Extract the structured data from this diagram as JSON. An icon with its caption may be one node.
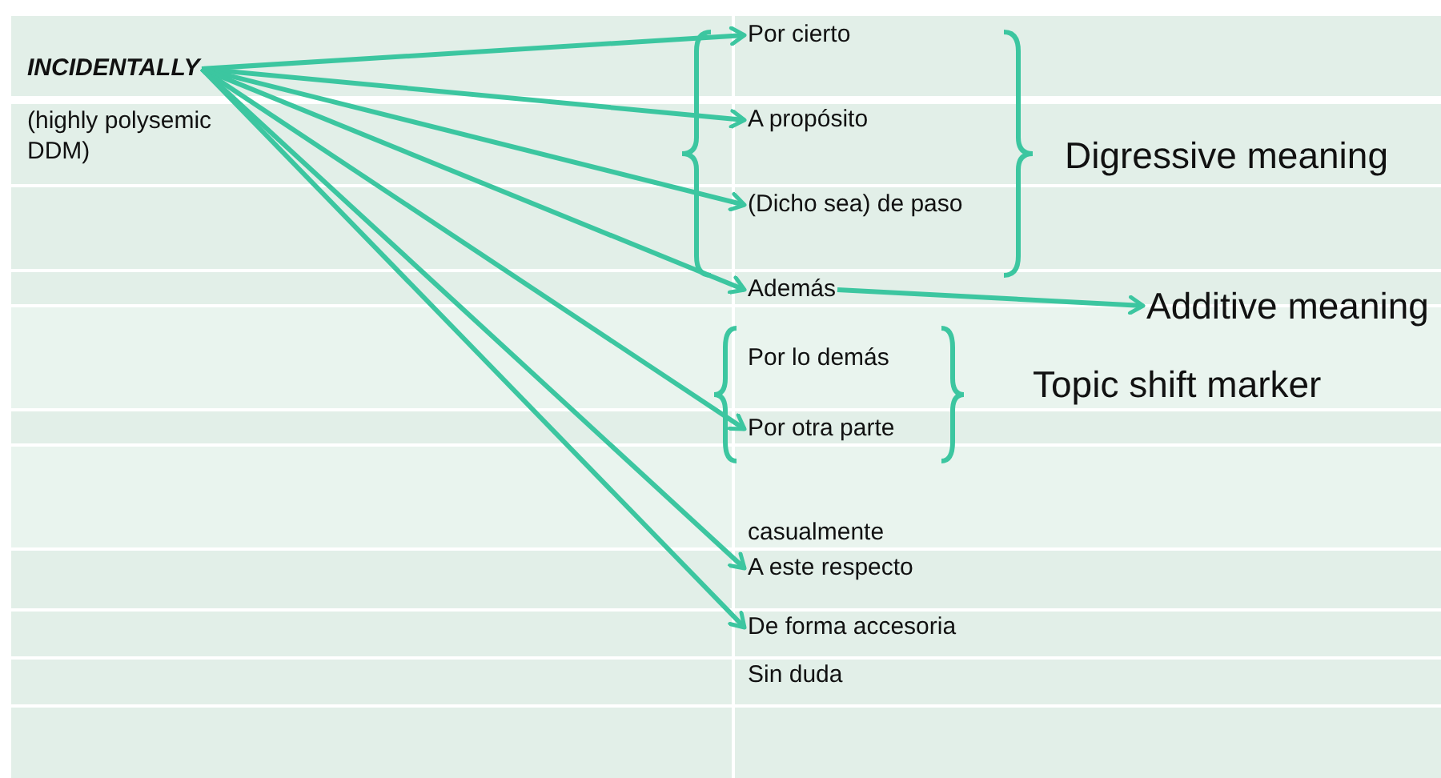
{
  "diagram": {
    "nodes": [
      {
        "text": [
          "INCIDENTALLY"
        ]
      },
      {
        "text": [
          "Por cierto"
        ]
      },
      {
        "text": [
          "A propósito"
        ]
      },
      {
        "text": [
          "(Dicho sea) de paso"
        ]
      },
      {
        "text": [
          "Además"
        ]
      },
      {
        "text": [
          "Por lo demás"
        ]
      },
      {
        "text": [
          "Por otra parte"
        ]
      },
      {
        "text": [
          "casualmente"
        ]
      },
      {
        "text": [
          "A este respecto"
        ]
      },
      {
        "text": [
          "De forma accesoria"
        ]
      },
      {
        "text": [
          "Sin duda"
        ]
      },
      {
        "text": [
          "Additive meaning"
        ]
      }
    ],
    "edges": [
      {
        "from": 0,
        "to": 1,
        "arrow": "to"
      },
      {
        "from": 0,
        "to": 2,
        "arrow": "to"
      },
      {
        "from": 0,
        "to": 3,
        "arrow": "to"
      },
      {
        "from": 0,
        "to": 4,
        "arrow": "to"
      },
      {
        "from": 0,
        "to": 6,
        "arrow": "to"
      },
      {
        "from": 0,
        "to": 8,
        "arrow": "to"
      },
      {
        "from": 0,
        "to": 9,
        "arrow": "to"
      },
      {
        "from": 4,
        "to": 11,
        "arrow": "to"
      }
    ],
    "labels": [
      "(highly polysemic DDM)",
      "Digressive meaning",
      "Topic shift marker"
    ]
  }
}
